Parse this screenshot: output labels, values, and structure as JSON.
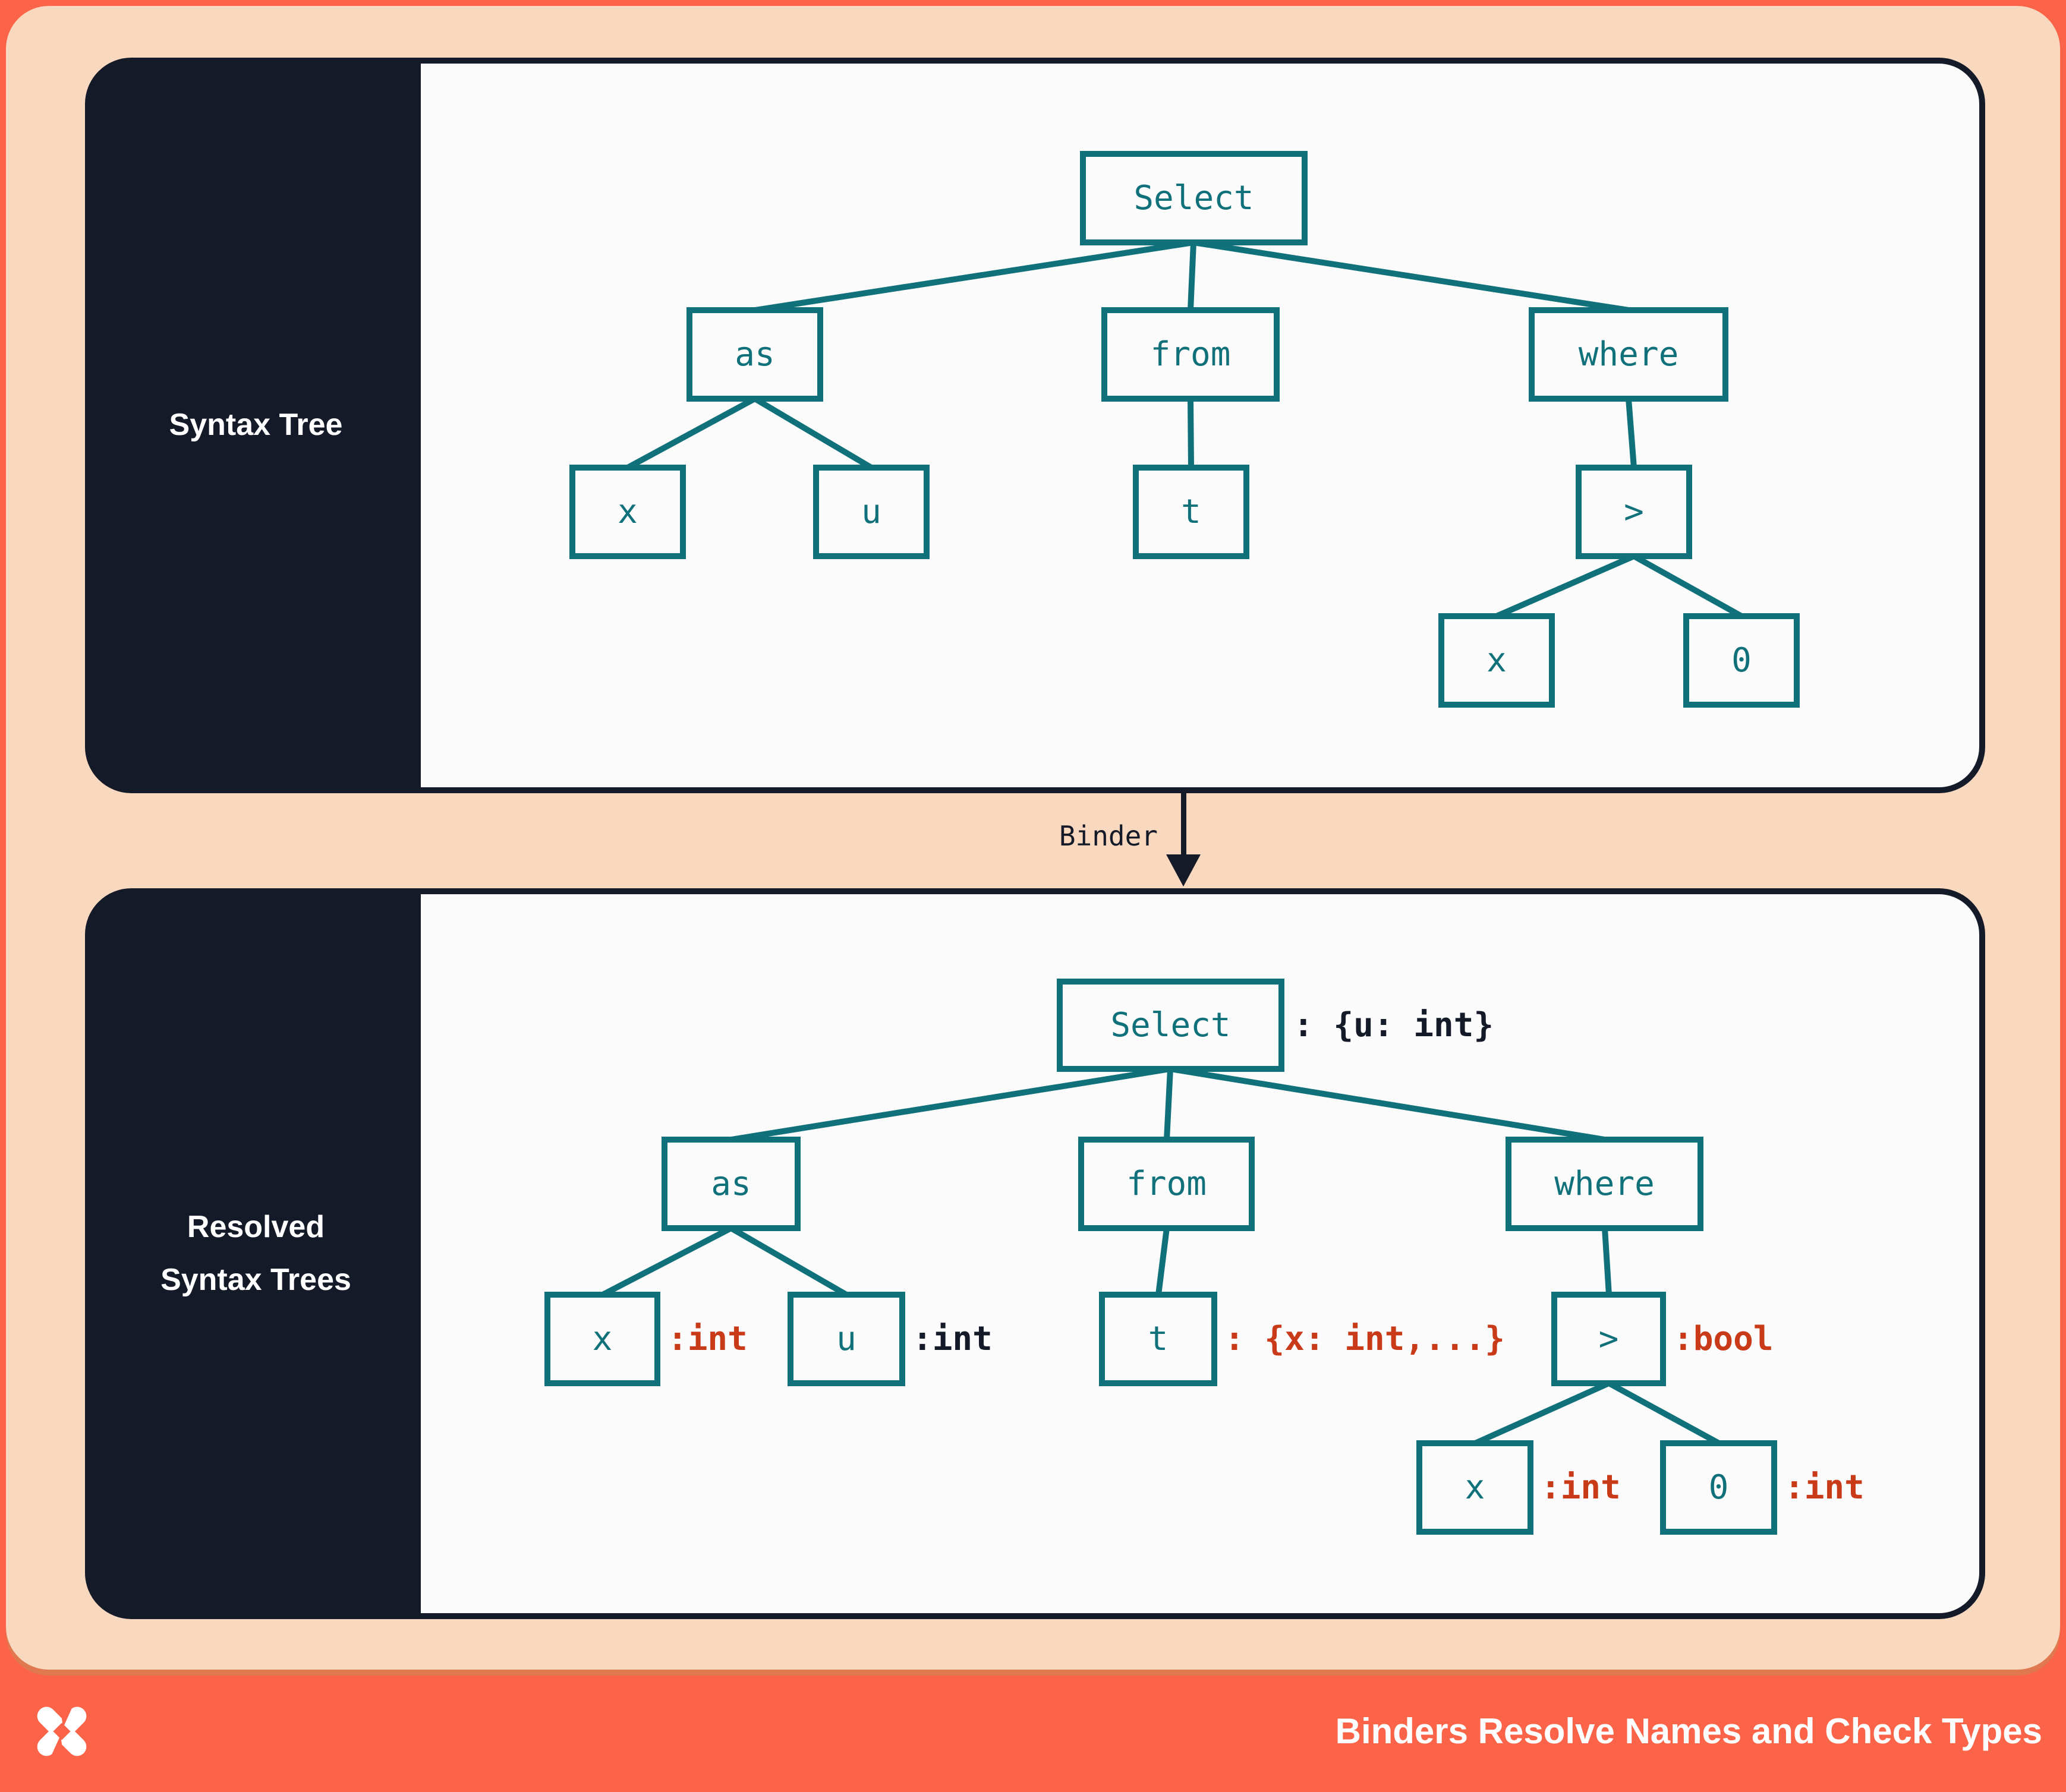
{
  "colors": {
    "coral": "#FB6448",
    "peach": "#F8D8BF",
    "peach-shadow": "#E07950",
    "navy": "#141A28",
    "panel-bg": "#FBFBFC",
    "teal": "#11717A",
    "red": "#C93A18",
    "white": "#FFFFFF"
  },
  "top_panel": {
    "sidebar_label": "Syntax Tree",
    "nodes": {
      "select": {
        "label": "Select"
      },
      "as": {
        "label": "as"
      },
      "from": {
        "label": "from"
      },
      "where": {
        "label": "where"
      },
      "x1": {
        "label": "x"
      },
      "u": {
        "label": "u"
      },
      "t": {
        "label": "t"
      },
      "gt": {
        "label": ">"
      },
      "x2": {
        "label": "x"
      },
      "zero": {
        "label": "0"
      }
    }
  },
  "binder": {
    "label": "Binder"
  },
  "bottom_panel": {
    "sidebar_label_line1": "Resolved",
    "sidebar_label_line2": "Syntax Trees",
    "nodes": {
      "select": {
        "label": "Select",
        "annotation": ": {u: int}",
        "annotation_color": "navy"
      },
      "as": {
        "label": "as"
      },
      "from": {
        "label": "from"
      },
      "where": {
        "label": "where"
      },
      "x1": {
        "label": "x",
        "annotation": ":int",
        "annotation_color": "red"
      },
      "u": {
        "label": "u",
        "annotation": ":int",
        "annotation_color": "navy"
      },
      "t": {
        "label": "t",
        "annotation": ": {x: int,...}",
        "annotation_color": "red"
      },
      "gt": {
        "label": ">",
        "annotation": ":bool",
        "annotation_color": "red"
      },
      "x2": {
        "label": "x",
        "annotation": ":int",
        "annotation_color": "red"
      },
      "zero": {
        "label": "0",
        "annotation": ":int",
        "annotation_color": "red"
      }
    }
  },
  "footer": {
    "title": "Binders Resolve Names and Check Types"
  }
}
